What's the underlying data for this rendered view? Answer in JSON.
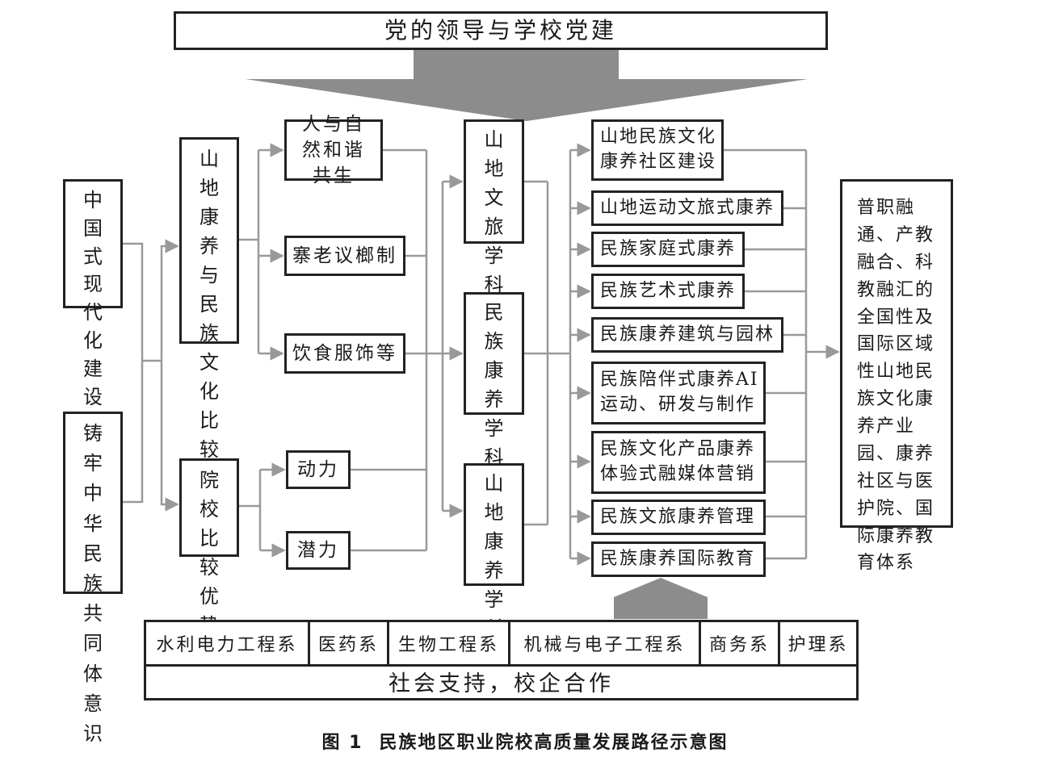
{
  "top_banner": "党的领导与学校党建",
  "left_inputs": [
    "中国式现代化建设",
    "铸牢中华民族共同体意识"
  ],
  "advantages": [
    "山地康养与民族文化比较优势",
    "院校比较优势"
  ],
  "factors": [
    "人与自然和谐共生",
    "寨老议榔制",
    "饮食服饰等",
    "动力",
    "潜力"
  ],
  "clusters": [
    "山地文旅学科集群",
    "民族康养学科集群",
    "山地康养学科集群"
  ],
  "programs": [
    "山地民族文化\n康养社区建设",
    "山地运动文旅式康养",
    "民族家庭式康养",
    "民族艺术式康养",
    "民族康养建筑与园林",
    "民族陪伴式康养AI\n运动、研发与制作",
    "民族文化产品康养\n体验式融媒体营销",
    "民族文旅康养管理",
    "民族康养国际教育"
  ],
  "outcome": "普职融通、产教融合、科教融汇的全国性及国际区域性山地民族文化康养产业园、康养社区与医护院、国际康养教育体系",
  "departments": [
    "水利电力工程系",
    "医药系",
    "生物工程系",
    "机械与电子工程系",
    "商务系",
    "护理系"
  ],
  "bottom_banner": "社会支持，校企合作",
  "caption": {
    "number": "图 1",
    "title": "民族地区职业院校高质量发展路径示意图"
  },
  "colors": {
    "box_border": "#222222",
    "connector": "#999999",
    "big_arrow": "#8c8c8c"
  }
}
